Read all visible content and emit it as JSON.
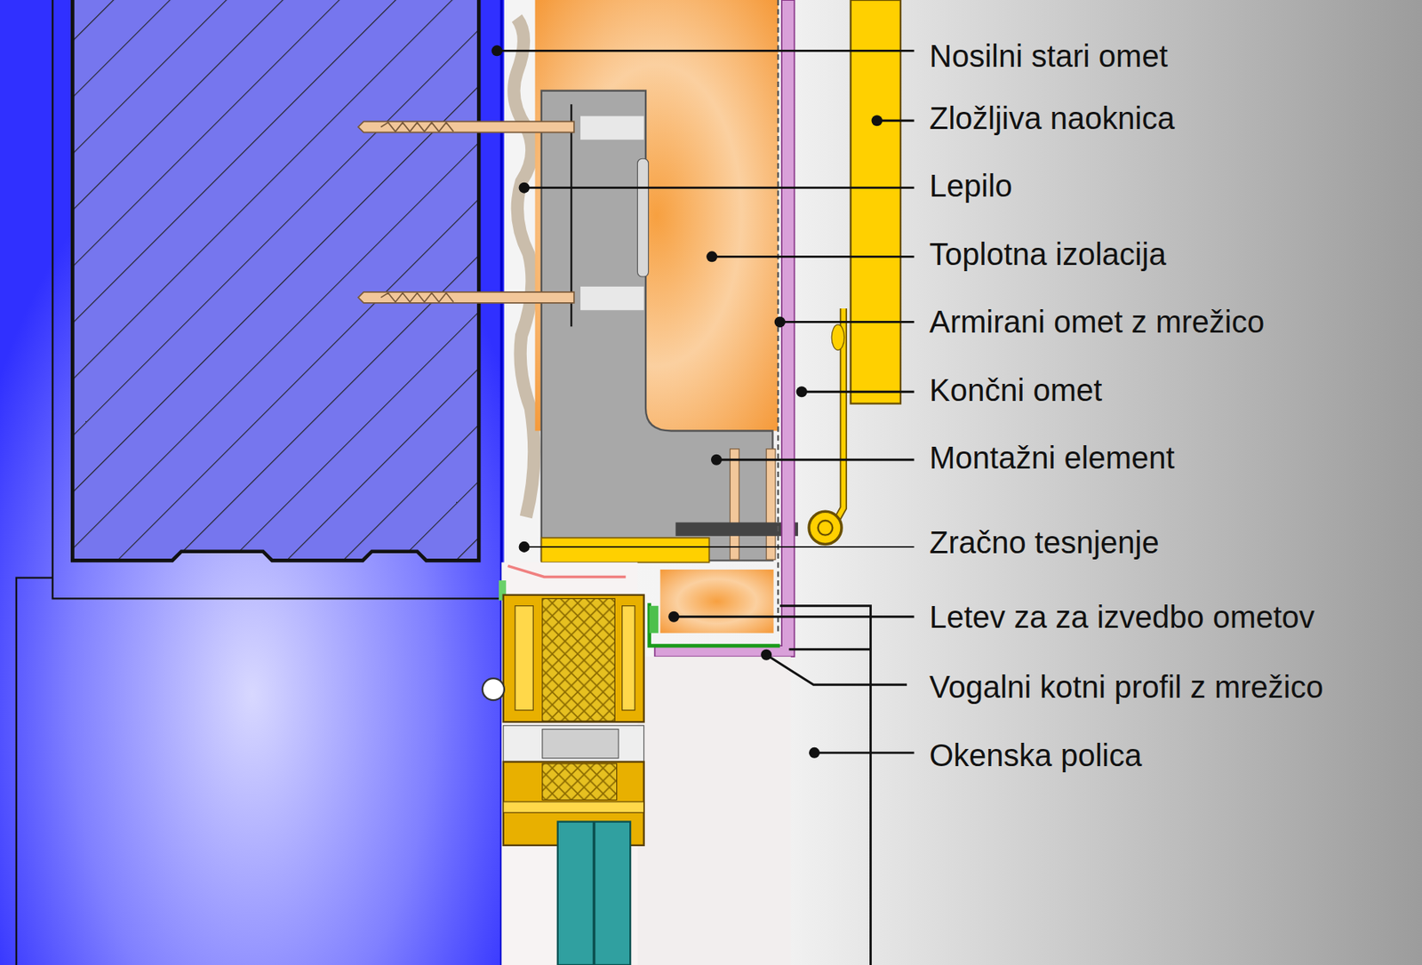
{
  "diagram": {
    "labels": [
      "Nosilni stari omet",
      "Zložljiva naoknica",
      "Lepilo",
      "Toplotna izolacija",
      "Armirani omet z mrežico",
      "Končni omet",
      "Montažni element",
      "Zračno tesnjenje",
      "Letev za za izvedbo ometov",
      "Vogalni kotni profil z mrežico",
      "Okenska polica"
    ]
  }
}
